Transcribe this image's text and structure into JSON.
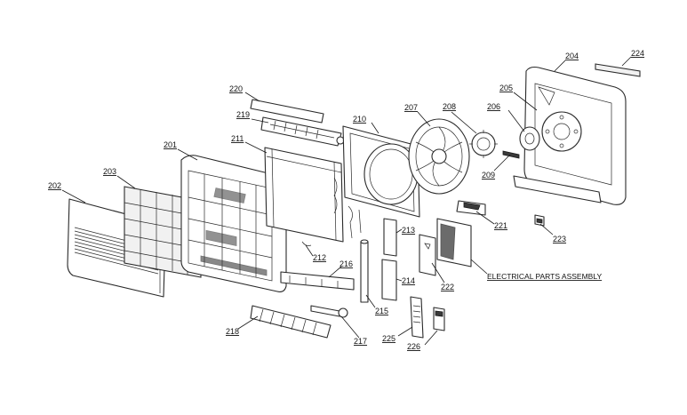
{
  "labels": {
    "p201": "201",
    "p202": "202",
    "p203": "203",
    "p204": "204",
    "p205": "205",
    "p206": "206",
    "p207": "207",
    "p208": "208",
    "p209": "209",
    "p210": "210",
    "p211": "211",
    "p212": "212",
    "p213": "213",
    "p214": "214",
    "p215": "215",
    "p216": "216",
    "p217": "217",
    "p218": "218",
    "p219": "219",
    "p220": "220",
    "p221": "221",
    "p222": "222",
    "p223": "223",
    "p224": "224",
    "p225": "225",
    "p226": "226",
    "electrical": "ELECTRICAL PARTS ASSEMBLY"
  }
}
